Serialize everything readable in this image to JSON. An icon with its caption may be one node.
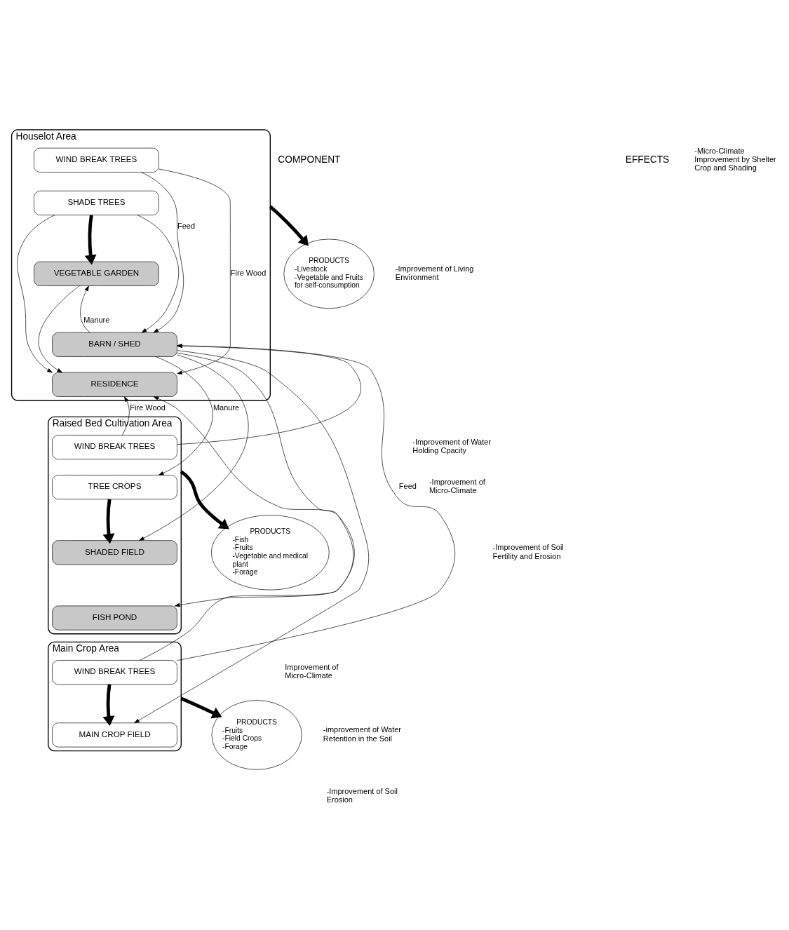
{
  "diagram": {
    "nodes": [
      {
        "text": [
          "Houselot Area"
        ]
      },
      {
        "text": [
          "WIND BREAK TREES"
        ],
        "in": 0
      },
      {
        "text": [
          "SHADE TREES"
        ],
        "in": 0
      },
      {
        "text": [
          "VEGETABLE GARDEN"
        ],
        "in": 0
      },
      {
        "text": [
          "BARN / SHED"
        ],
        "in": 0
      },
      {
        "text": [
          "RESIDENCE"
        ],
        "in": 0
      },
      {
        "text": [
          "PRODUCTS",
          "-Livestock",
          "-Vegetable and Fruits for self-consumption"
        ]
      },
      {
        "text": [
          "Raised Bed Cultivation Area"
        ]
      },
      {
        "text": [
          "WIND BREAK TREES"
        ],
        "in": 7
      },
      {
        "text": [
          "TREE CROPS"
        ],
        "in": 7
      },
      {
        "text": [
          "SHADED FIELD"
        ],
        "in": 7
      },
      {
        "text": [
          "FISH POND"
        ],
        "in": 7
      },
      {
        "text": [
          "PRODUCTS",
          "-Fish",
          "-Fruits",
          "-Vegetable and medical plant",
          "-Forage"
        ]
      },
      {
        "text": [
          "Main Crop Area"
        ]
      },
      {
        "text": [
          "WIND BREAK TREES"
        ],
        "in": 13
      },
      {
        "text": [
          "MAIN CROP FIELD"
        ],
        "in": 13
      },
      {
        "text": [
          "PRODUCTS",
          "-Fruits",
          "-Field Crops",
          "-Forage"
        ]
      }
    ],
    "edges": [
      {
        "from": 0,
        "to": 6,
        "arrow": "to",
        "style": "thick"
      },
      {
        "from": 2,
        "to": 3,
        "arrow": "to",
        "style": "thick"
      },
      {
        "from": 1,
        "to": 5,
        "arrow": "to",
        "label": "Fire Wood"
      },
      {
        "from": 2,
        "to": 5,
        "arrow": "to"
      },
      {
        "from": 4,
        "to": 3,
        "arrow": "to",
        "label": "Manure"
      },
      {
        "from": 1,
        "to": 4,
        "arrow": "to",
        "label": "Feed"
      },
      {
        "from": 2,
        "to": 4,
        "arrow": "to"
      },
      {
        "from": 3,
        "to": 5,
        "arrow": "to"
      },
      {
        "from": 7,
        "to": 12,
        "arrow": "to",
        "style": "thick"
      },
      {
        "from": 9,
        "to": 10,
        "arrow": "to",
        "style": "thick"
      },
      {
        "from": 8,
        "to": 5,
        "arrow": "to",
        "label": "Fire Wood"
      },
      {
        "from": 14,
        "to": 5,
        "arrow": "to"
      },
      {
        "from": 4,
        "to": 9,
        "arrow": "to",
        "label": "Manure"
      },
      {
        "from": 4,
        "to": 10,
        "arrow": "to"
      },
      {
        "from": 4,
        "to": 11,
        "arrow": "to"
      },
      {
        "from": 4,
        "to": 15,
        "arrow": "to"
      },
      {
        "from": 8,
        "to": 4,
        "arrow": "to"
      },
      {
        "from": 14,
        "to": 4,
        "arrow": "to",
        "label": "Feed"
      },
      {
        "from": 13,
        "to": 16,
        "arrow": "to",
        "style": "thick"
      },
      {
        "from": 14,
        "to": 15,
        "arrow": "to",
        "style": "thick"
      }
    ],
    "labels": [
      "COMPONENT",
      "EFFECTS",
      "-Micro-Climate Improvement by Shelter Crop and Shading",
      "-Improvement of Living Environment",
      "-Improvement of Water Holding Cpacity",
      "-Improvement of Micro-Climate",
      "-Improvement of Soil Fertility and Erosion",
      "Improvement of Micro-Climate",
      "-improvement of Water Retention in the Soil",
      "-Improvement of Soil Erosion"
    ]
  }
}
